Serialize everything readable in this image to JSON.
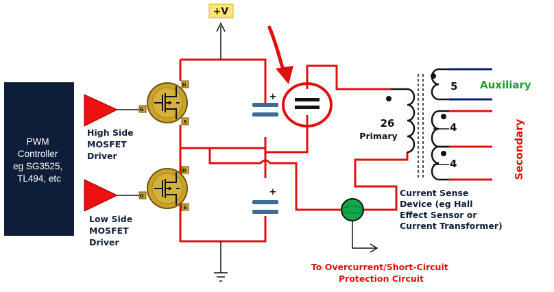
{
  "supply_label": "+V",
  "pwm_controller": {
    "lines": [
      "PWM",
      "Controller",
      "eg SG3525,",
      "TL494, etc"
    ],
    "fill": "#0f1e38"
  },
  "high_side_driver": {
    "lines": [
      "High Side",
      "MOSFET",
      "Driver"
    ]
  },
  "low_side_driver": {
    "lines": [
      "Low Side",
      "MOSFET",
      "Driver"
    ]
  },
  "mosfet_pins": {
    "drain": "D",
    "source": "S",
    "gate": "G"
  },
  "capacitor_polarity": "+",
  "transformer": {
    "primary_turns": "26",
    "primary_label": "Primary",
    "aux_turns": "5",
    "aux_label": "Auxiliary",
    "secondary_turns": [
      "4",
      "4"
    ],
    "secondary_label": "Secondary"
  },
  "current_sense": {
    "lines": [
      "Current Sense",
      "Device (eg Hall",
      "Effect Sensor or",
      "Current Transformer)"
    ]
  },
  "protection": {
    "lines": [
      "To Overcurrent/Short-Circuit",
      "Protection Circuit"
    ]
  },
  "colors": {
    "wire_red": "#e01010",
    "wire_black": "#111111",
    "pwm_box": "#0f1e38",
    "driver": "#ee1111",
    "mosfet_gold": "#c9a227",
    "capacitor": "#3e6c95",
    "aux_wire": "#0a1e6e",
    "aux_text": "#1aa030",
    "sense_green": "#11a84a",
    "secondary_text": "#e01010"
  }
}
